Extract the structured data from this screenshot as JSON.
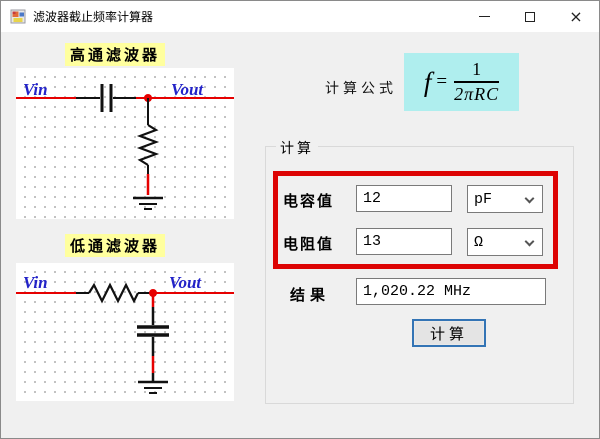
{
  "window": {
    "title": "滤波器截止频率计算器"
  },
  "filters": {
    "highpass": {
      "title": "高通滤波器",
      "vin": "Vin",
      "vout": "Vout"
    },
    "lowpass": {
      "title": "低通滤波器",
      "vin": "Vin",
      "vout": "Vout"
    }
  },
  "formula": {
    "label": "计算公式",
    "lhs": "f",
    "equals": "=",
    "numerator": "1",
    "denominator": "2πRC"
  },
  "calc": {
    "group_title": "计算",
    "capacitance": {
      "label": "电容值",
      "value": "12",
      "unit": "pF"
    },
    "resistance": {
      "label": "电阻值",
      "value": "13",
      "unit": "Ω"
    },
    "result": {
      "label": "结果",
      "value": "1,020.22 MHz"
    },
    "button_label": "计算"
  },
  "colors": {
    "formula_bg": "#afeeee",
    "label_highlight": "#ffff9e",
    "annotation_red": "#dd0404",
    "wire_red": "#e60000",
    "circuit_text_blue": "#2323c8",
    "button_focus_border": "#3374b5"
  }
}
